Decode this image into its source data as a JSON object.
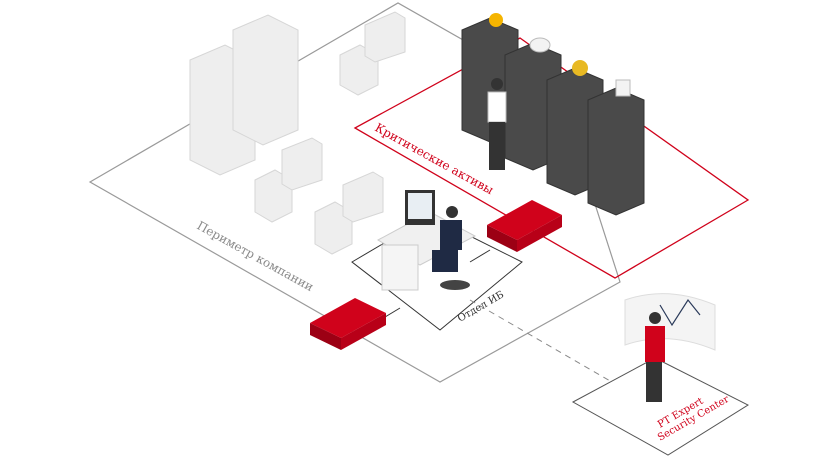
{
  "zones": {
    "critical_assets": "Критические активы",
    "perimeter": "Периметр компании",
    "security_dept": "Отдел ИБ",
    "soc_line1": "PT Expert",
    "soc_line2": "Security Center"
  },
  "colors": {
    "accent": "#d0021b",
    "outline": "#9a9a9a",
    "server": "#4a4a4a",
    "ghost": "#e6e6e6"
  }
}
